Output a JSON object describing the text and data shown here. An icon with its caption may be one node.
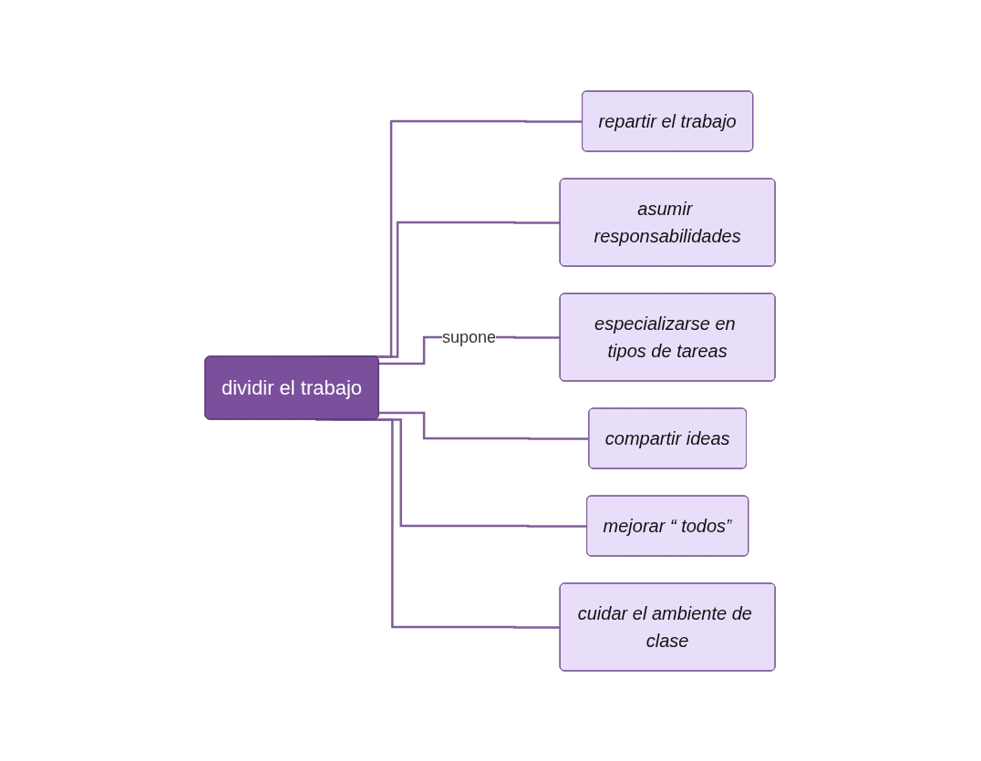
{
  "diagram": {
    "nodes": [
      {
        "text": [
          "dividir el trabajo"
        ]
      },
      {
        "text": [
          "repartir el trabajo"
        ]
      },
      {
        "text": [
          "asumir responsabilidades"
        ]
      },
      {
        "text": [
          "especializarse en tipos de tareas"
        ]
      },
      {
        "text": [
          "compartir ideas"
        ]
      },
      {
        "text": [
          "mejorar “ todos”"
        ]
      },
      {
        "text": [
          "cuidar el ambiente de clase"
        ]
      }
    ],
    "edges": [
      {
        "from": 0,
        "to": 1,
        "arrow": "none"
      },
      {
        "from": 0,
        "to": 2,
        "arrow": "none"
      },
      {
        "from": 0,
        "to": 3,
        "arrow": "none",
        "label": "supone"
      },
      {
        "from": 0,
        "to": 4,
        "arrow": "none"
      },
      {
        "from": 0,
        "to": 5,
        "arrow": "none"
      },
      {
        "from": 0,
        "to": 6,
        "arrow": "none"
      }
    ]
  }
}
